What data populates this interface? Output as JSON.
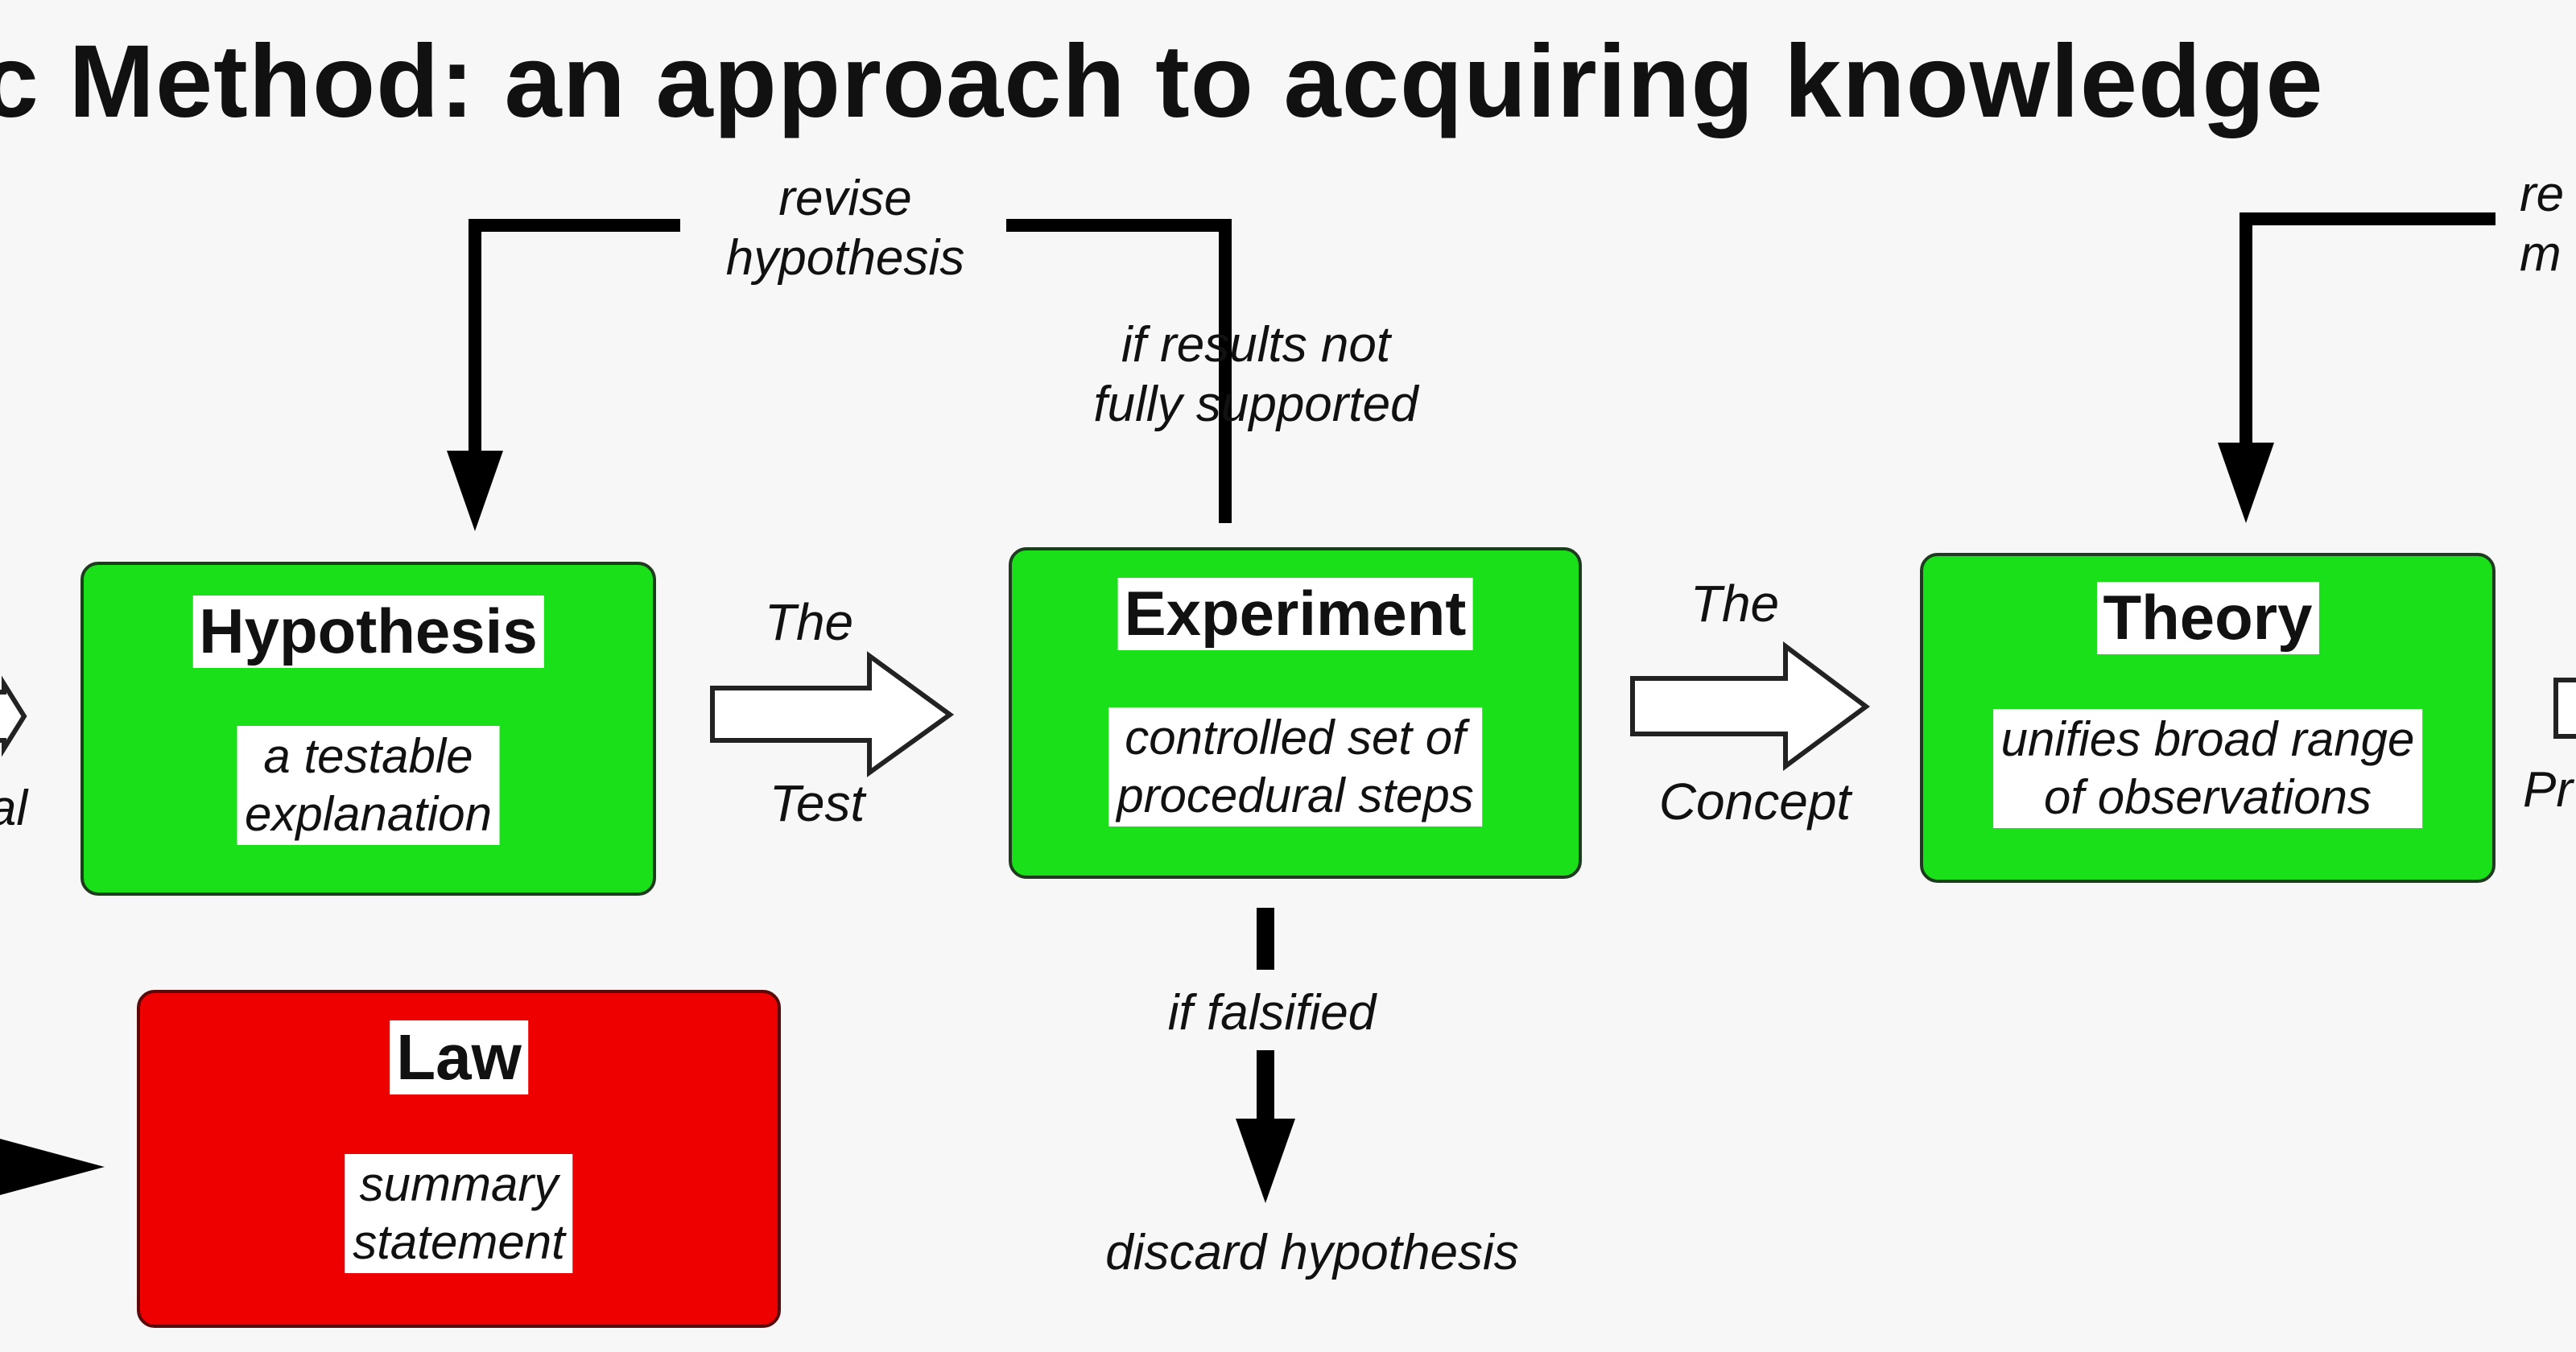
{
  "title": "ic Method: an approach to acquiring knowledge",
  "boxes": {
    "hypothesis": {
      "title": "Hypothesis",
      "desc_line1": "a testable",
      "desc_line2": "explanation"
    },
    "experiment": {
      "title": "Experiment",
      "desc_line1": "controlled set of",
      "desc_line2": "procedural steps"
    },
    "theory": {
      "title": "Theory",
      "desc_line1": "unifies broad range",
      "desc_line2": "of observations"
    },
    "law": {
      "title": "Law",
      "desc_line1": "summary",
      "desc_line2": "statement"
    }
  },
  "labels": {
    "revise_hypothesis_1": "revise",
    "revise_hypothesis_2": "hypothesis",
    "if_not_supported_1": "if results not",
    "if_not_supported_2": "fully supported",
    "the_test_1": "The",
    "the_test_2": "Test",
    "the_concept_1": "The",
    "the_concept_2": "Concept",
    "if_falsified": "if falsified",
    "discard_hypothesis": "discard hypothesis",
    "left_cut": "al",
    "right_cut": "Pr",
    "right_top_1": "re",
    "right_top_2": "m"
  },
  "colors": {
    "green": "#19e019",
    "red": "#ee0000",
    "arrow": "#000000"
  }
}
